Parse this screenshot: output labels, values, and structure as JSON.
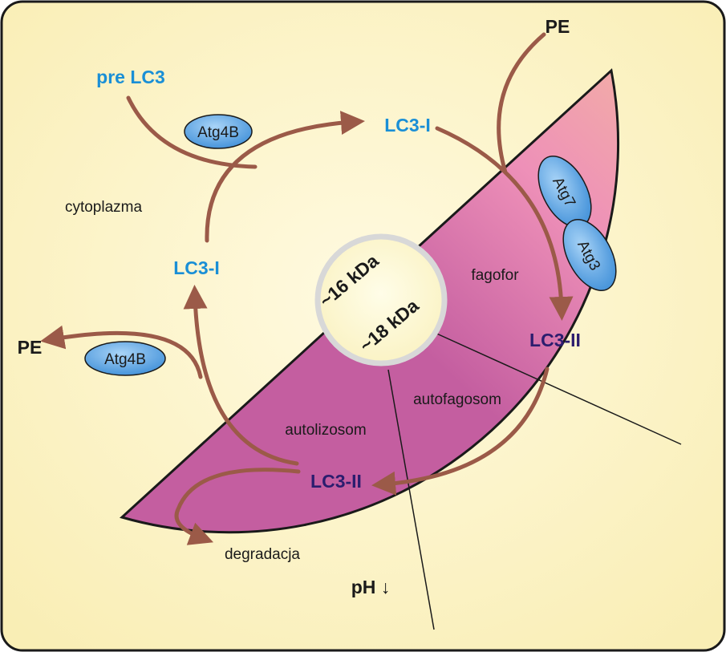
{
  "labels": {
    "pre_lc3": "pre LC3",
    "lc3_i_top": "LC3-I",
    "lc3_i_left": "LC3-I",
    "lc3_ii_right": "LC3-II",
    "lc3_ii_bottom": "LC3-II",
    "pe_top": "PE",
    "pe_left": "PE",
    "kda_16": "~16 kDa",
    "kda_18": "~18 kDa",
    "cytoplazma": "cytoplazma",
    "fagofor": "fagofor",
    "autofagosom": "autofagosom",
    "autolizosom": "autolizosom",
    "degradacja": "degradacja",
    "ph": "pH ↓"
  },
  "enzymes": {
    "atg4b_top": "Atg4B",
    "atg4b_left": "Atg4B",
    "atg7": "Atg7",
    "atg3": "Atg3"
  },
  "colors": {
    "background": "#fdf6cc",
    "arrow": "#9b5a48",
    "enzyme_fill": "#4a9be0",
    "blue_label": "#1a8fd6",
    "navy_label": "#2b1d6e",
    "compartment_peach": "#f4c4a4",
    "compartment_pink": "#e986ae"
  }
}
